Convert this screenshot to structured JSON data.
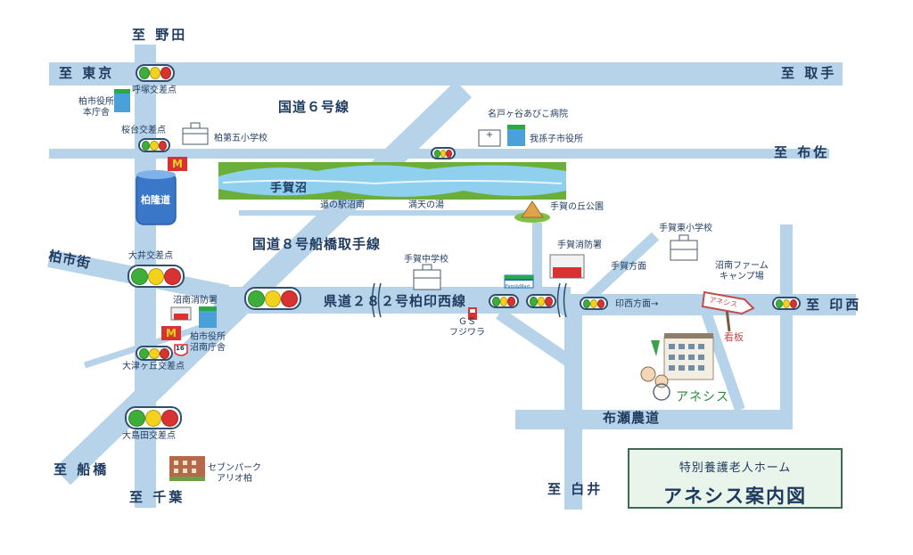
{
  "colors": {
    "road": "#b7d3ea",
    "text": "#1f3a5f",
    "red": "#d83232",
    "yellow": "#f2d21c",
    "green": "#3dae3a"
  },
  "directions": {
    "noda": "至 野田",
    "tokyo": "至 東京",
    "toride": "至 取手",
    "fusa": "至 布佐",
    "inzai": "至 印西",
    "funabashi": "至 船橋",
    "chiba": "至 千葉",
    "shiroi": "至 白井"
  },
  "roads": {
    "route6": "国道６号線",
    "route8": "国道８号船橋取手線",
    "route282": "県道２８２号柏印西線",
    "kashiwa_kaido": "柏市街",
    "nunose": "布瀬農道",
    "tunnel": "柏隆道",
    "inzai_dir": "印西方面→",
    "tega_dir": "手賀方面"
  },
  "intersections": {
    "kozuka": "呼塚交差点",
    "sakuradai": "桜台交差点",
    "ooi": "大井交差点",
    "ootsugaoka": "大津ヶ丘交差点",
    "ooshimada": "大島田交差点"
  },
  "places": {
    "kashiwa_city_hall": "柏市役所\n本庁舎",
    "school5": "柏第五小学校",
    "nagareyama_hosp": "名戸ヶ谷あびこ病院",
    "abiko_city_hall": "我孫子市役所",
    "tega_marsh": "手賀沼",
    "michinoeki": "道の駅沼南",
    "mantennoyu": "満天の湯",
    "tega_park": "手賀の丘公園",
    "tega_fire": "手賀消防署",
    "tega_east_school": "手賀東小学校",
    "tega_jhs": "手賀中学校",
    "shonan_farm": "沼南ファーム\nキャンプ場",
    "familymart": "FamilyMart",
    "gs": "ＧＳ\nフジワラ",
    "shonan_fire": "沼南消防署",
    "kashiwa_shonan_office": "柏市役所\n沼南庁舎",
    "seven_park": "セブンパーク\nアリオ柏",
    "anesis_sign": "アネシス",
    "kanban": "看板",
    "anesis": "アネシス",
    "mcd": "M",
    "route16": "16"
  },
  "panel": {
    "line1": "特別養護老人ホーム",
    "line2": "アネシス案内図"
  }
}
